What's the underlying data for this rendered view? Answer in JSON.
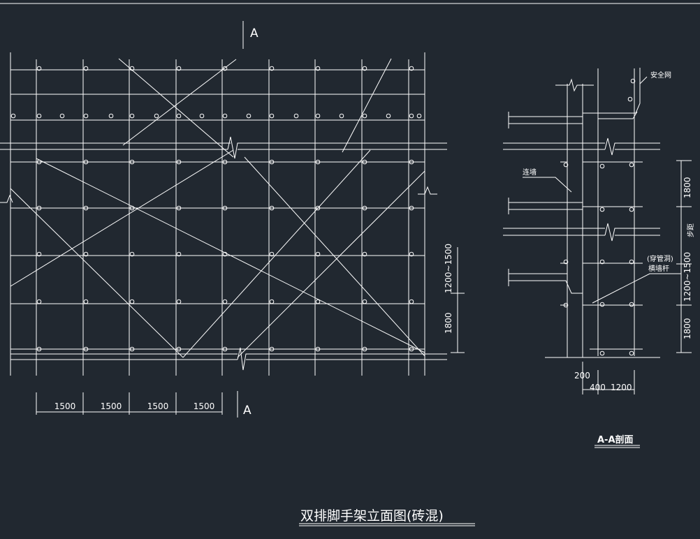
{
  "colors": {
    "background": "#212830",
    "line": "#ffffff"
  },
  "section_marks": {
    "top": "A",
    "bottom": "A"
  },
  "elevation": {
    "bay_dims": [
      "1500",
      "1500",
      "1500",
      "1500"
    ],
    "vertical_dims": [
      "1800",
      "1200~1500"
    ]
  },
  "section": {
    "labels": {
      "safety_net": "安全网",
      "wall_tie": "连墙",
      "span_1": "步距",
      "span_2": "(穿管洞)",
      "cross_bar": "横墙杆"
    },
    "vertical_dims": [
      "1800",
      "1200~1500",
      "1800"
    ],
    "bottom_dims": [
      "200",
      "400",
      "1200"
    ],
    "title": "A-A剖面"
  },
  "drawing_title": "双排脚手架立面图(砖混)"
}
